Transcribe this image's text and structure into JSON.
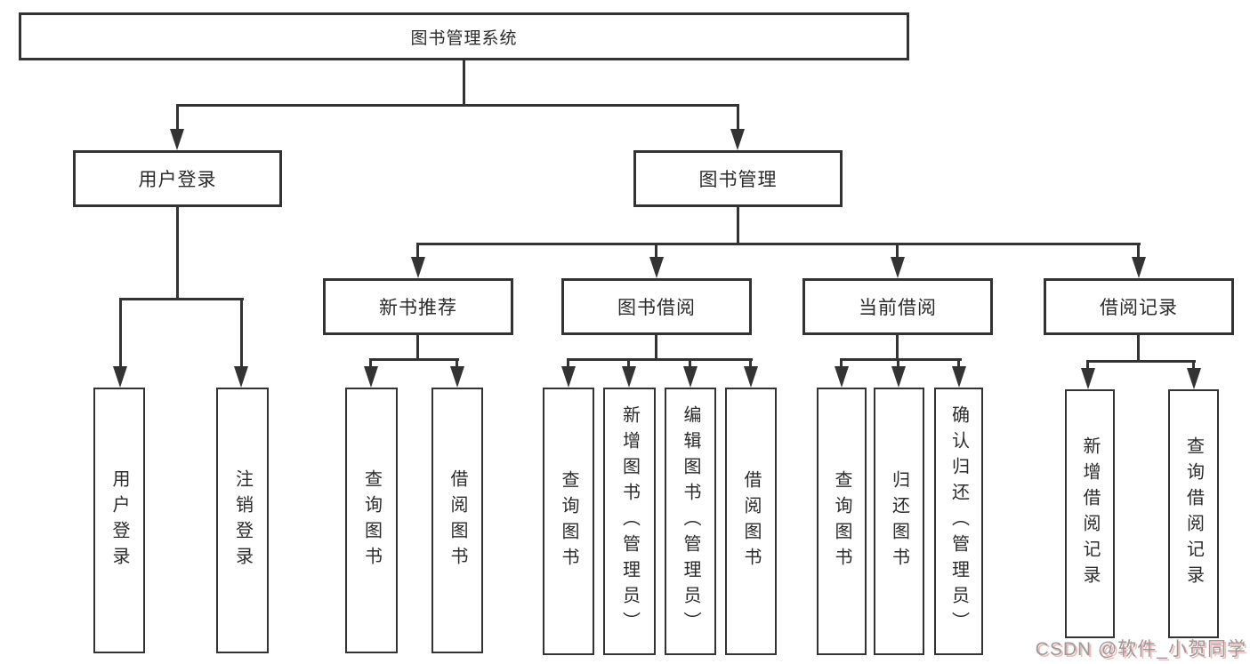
{
  "diagram_title": "图书管理系统",
  "tree": {
    "root": {
      "label": "图书管理系统"
    },
    "branches": [
      {
        "label": "用户登录",
        "children": [
          {
            "label": "用户登录"
          },
          {
            "label": "注销登录"
          }
        ]
      },
      {
        "label": "图书管理",
        "groups": [
          {
            "label": "新书推荐",
            "children": [
              {
                "label": "查询图书"
              },
              {
                "label": "借阅图书"
              }
            ]
          },
          {
            "label": "图书借阅",
            "children": [
              {
                "label": "查询图书"
              },
              {
                "label": "新增图书（管理员）"
              },
              {
                "label": "编辑图书（管理员）"
              },
              {
                "label": "借阅图书"
              }
            ]
          },
          {
            "label": "当前借阅",
            "children": [
              {
                "label": "查询图书"
              },
              {
                "label": "归还图书"
              },
              {
                "label": "确认归还（管理员）"
              }
            ]
          },
          {
            "label": "借阅记录",
            "children": [
              {
                "label": "新增借阅记录"
              },
              {
                "label": "查询借阅记录"
              }
            ]
          }
        ]
      }
    ]
  },
  "icons": {
    "arrowhead": "solid-triangle-down"
  },
  "watermark": "CSDN @软件_小贺同学",
  "colors": {
    "line": "#333333",
    "text": "#2b2b2b",
    "background": "#ffffff",
    "watermark": "#9a9a9a",
    "watermark_shadow": "#f5b8b8"
  }
}
